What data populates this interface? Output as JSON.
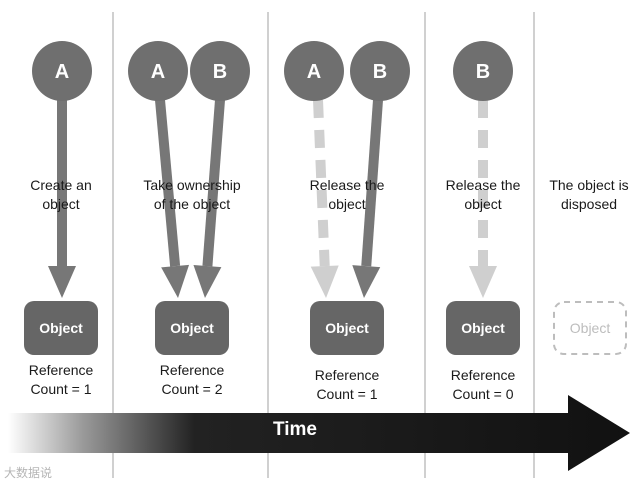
{
  "colors": {
    "circle": "#6f6f6f",
    "box": "#666666",
    "arrow_solid": "#777777",
    "arrow_released": "#cfcfcf",
    "divider": "#d0d0d0",
    "disposed_outline": "#bdbdbd",
    "timeline": "#111111"
  },
  "stages": [
    {
      "caption": "Create an\nobject",
      "owners": [
        "A"
      ],
      "released": [],
      "object_label": "Object",
      "reference_count": "Reference\nCount = 1",
      "disposed": false
    },
    {
      "caption": "Take ownership\nof the object",
      "owners": [
        "A",
        "B"
      ],
      "released": [],
      "object_label": "Object",
      "reference_count": "Reference\nCount = 2",
      "disposed": false
    },
    {
      "caption": "Release the\nobject",
      "owners": [
        "A",
        "B"
      ],
      "released": [
        "A"
      ],
      "object_label": "Object",
      "reference_count": "Reference\nCount = 1",
      "disposed": false
    },
    {
      "caption": "Release the\nobject",
      "owners": [
        "B"
      ],
      "released": [
        "B"
      ],
      "object_label": "Object",
      "reference_count": "Reference\nCount = 0",
      "disposed": false
    },
    {
      "caption": "The object is\ndisposed",
      "owners": [],
      "released": [],
      "object_label": "Object",
      "reference_count": "",
      "disposed": true
    }
  ],
  "timeline": {
    "label": "Time"
  },
  "watermark": "大数据说"
}
